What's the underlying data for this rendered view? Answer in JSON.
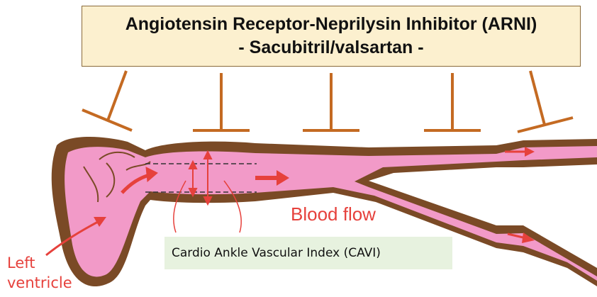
{
  "title": {
    "line1": "Angiotensin Receptor-Neprilysin Inhibitor (ARNI)",
    "line2": "- Sacubitril/valsartan -"
  },
  "labels": {
    "blood_flow": "Blood flow",
    "cavi": "Cardio Ankle Vascular Index (CAVI)",
    "left_ventricle_line1": "Left",
    "left_ventricle_line2": "ventricle"
  },
  "colors": {
    "title_box_fill": "#fcf0cf",
    "inhibitor_symbol": "#c46a22",
    "vessel_wall": "#7a4a26",
    "vessel_lumen": "#f29ac8",
    "arrow_red": "#e6413c",
    "cavi_box_fill": "#e7f2df"
  }
}
